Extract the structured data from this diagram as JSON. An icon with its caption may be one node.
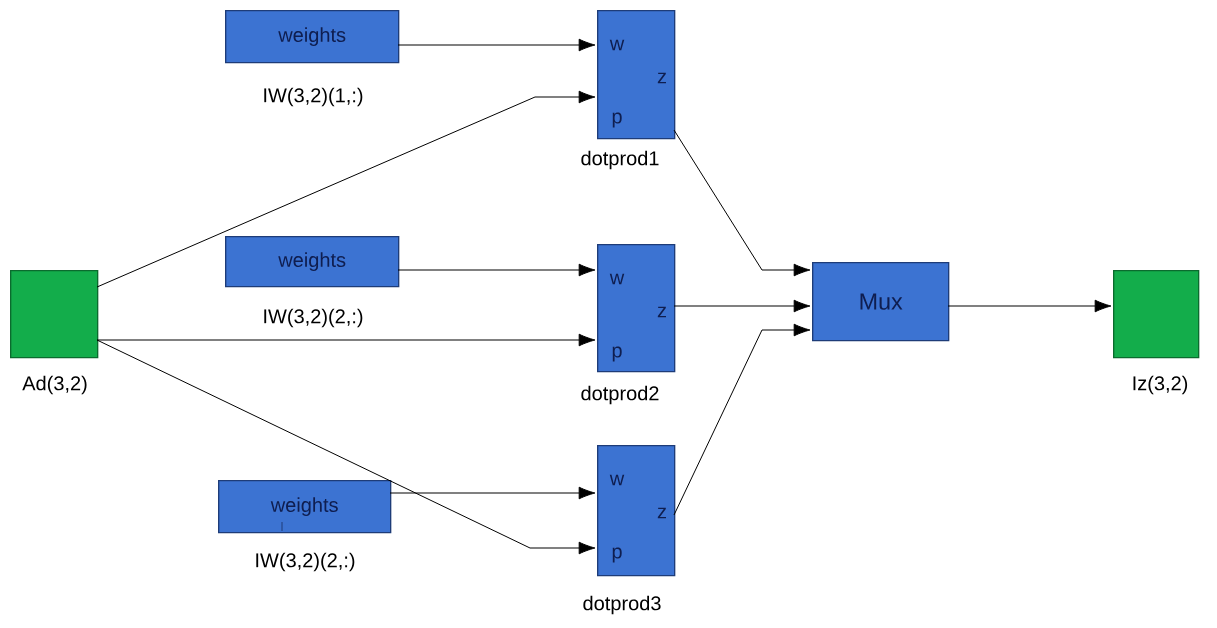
{
  "diagram": {
    "nodes": [
      {
        "text": [],
        "shape": "box",
        "beside": [
          "Ad(3,2)"
        ]
      },
      {
        "text": [
          "weights"
        ],
        "beside": [
          "IW(3,2)(1,:)"
        ]
      },
      {
        "text": [
          "w",
          "z",
          "p"
        ],
        "beside": [
          "dotprod1"
        ]
      },
      {
        "text": [
          "weights"
        ],
        "beside": [
          "IW(3,2)(2,:)"
        ]
      },
      {
        "text": [
          "w",
          "z",
          "p"
        ],
        "beside": [
          "dotprod2"
        ]
      },
      {
        "text": [
          "weights"
        ],
        "beside": [
          "IW(3,2)(2,:)"
        ]
      },
      {
        "text": [
          "w",
          "z",
          "p"
        ],
        "beside": [
          "dotprod3"
        ]
      },
      {
        "text": [
          "Mux"
        ]
      },
      {
        "text": [],
        "shape": "box",
        "beside": [
          "Iz(3,2)"
        ]
      }
    ],
    "edges": [
      {
        "from": 1,
        "to": 2,
        "arrow": "to"
      },
      {
        "from": 0,
        "to": 2,
        "arrow": "to"
      },
      {
        "from": 3,
        "to": 4,
        "arrow": "to"
      },
      {
        "from": 0,
        "to": 4,
        "arrow": "to"
      },
      {
        "from": 5,
        "to": 6,
        "arrow": "to"
      },
      {
        "from": 0,
        "to": 6,
        "arrow": "to"
      },
      {
        "from": 2,
        "to": 7,
        "arrow": "to"
      },
      {
        "from": 4,
        "to": 7,
        "arrow": "to"
      },
      {
        "from": 6,
        "to": 7,
        "arrow": "to"
      },
      {
        "from": 7,
        "to": 8,
        "arrow": "to"
      }
    ]
  }
}
